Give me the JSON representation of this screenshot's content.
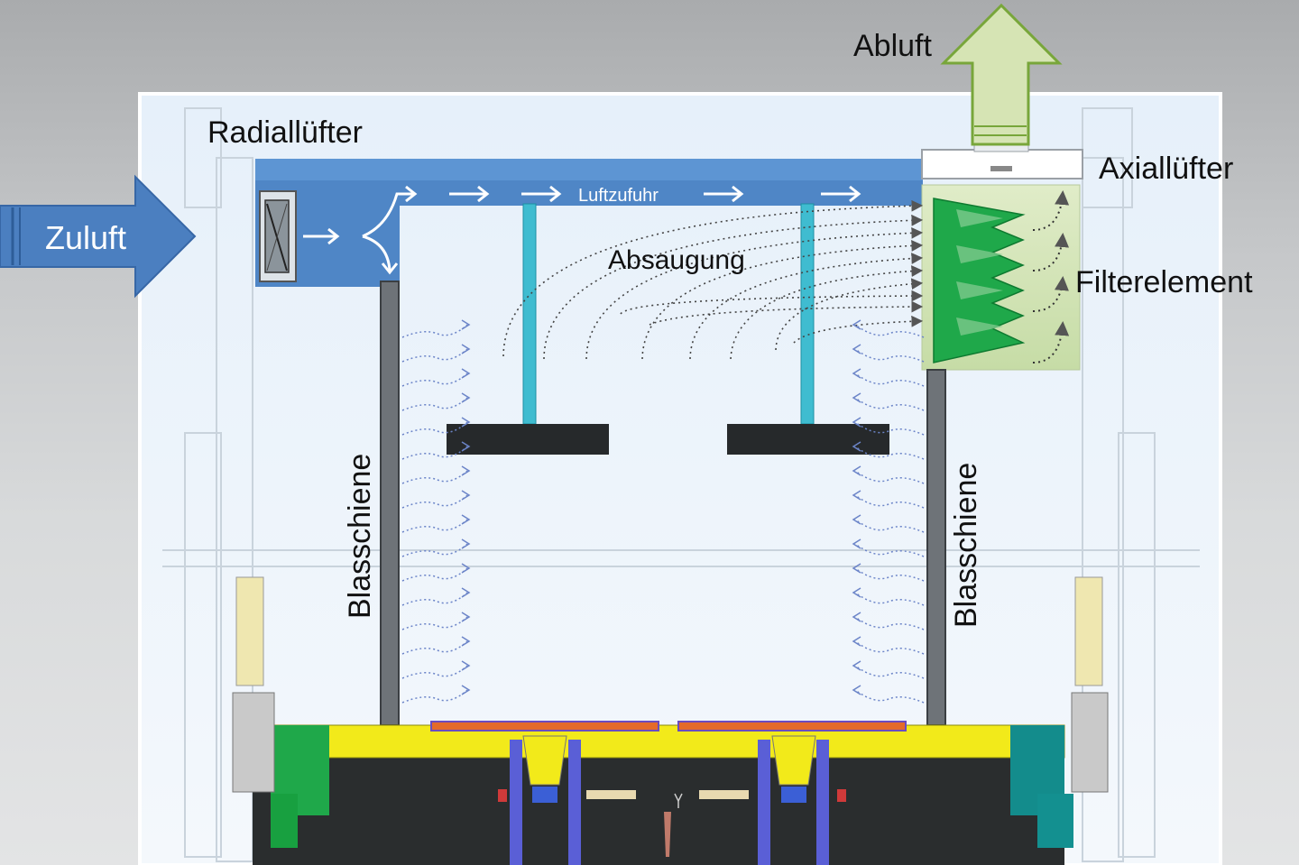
{
  "labels": {
    "abluft": "Abluft",
    "radiallufter": "Radiallüfter",
    "axiallufter": "Axiallüfter",
    "zuluft": "Zuluft",
    "luftzufuhr": "Luftzufuhr",
    "absaugung": "Absaugung",
    "filterelement": "Filterelement",
    "blasschiene_left": "Blasschiene",
    "blasschiene_right": "Blasschiene"
  },
  "colors": {
    "duct": "#4f86c6",
    "zuluft_arrow": "#4b7fc0",
    "abluft_arrow": "#d6e4b4",
    "filter_box": "#cfe0b0",
    "filter_element": "#1fa84a",
    "rod": "#3fbcd0",
    "machine_yellow": "#f2ea1a",
    "machine_dark": "#2a2d2e"
  }
}
